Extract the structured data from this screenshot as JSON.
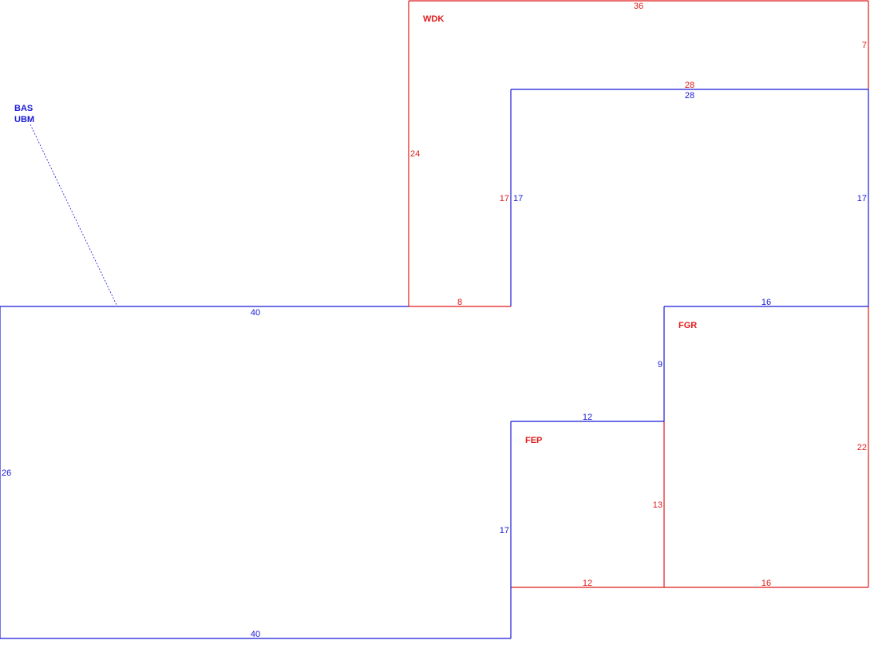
{
  "colors": {
    "main_line": "#1a1ad6",
    "addon_line": "#e01b1b",
    "main_text": "#1a1ad6",
    "addon_text": "#e01b1b",
    "background": "#ffffff"
  },
  "areas": {
    "bas_code": "BAS",
    "ubm_code": "UBM",
    "wdk_code": "WDK",
    "fgr_code": "FGR",
    "fep_code": "FEP"
  },
  "dimensions": {
    "wdk_top": "36",
    "wdk_right": "7",
    "wdk_left": "24",
    "wdk_inner_top": "28",
    "wdk_inner_left": "17",
    "wdk_bottom": "8",
    "upper_top": "28",
    "upper_left": "17",
    "upper_right": "17",
    "bas_top": "40",
    "bas_left": "26",
    "bas_bottom": "40",
    "step_top": "16",
    "step_left": "9",
    "fep_top": "12",
    "fep_left": "17",
    "fep_right": "13",
    "fep_bottom": "12",
    "fgr_right": "22",
    "fgr_bottom": "16"
  }
}
